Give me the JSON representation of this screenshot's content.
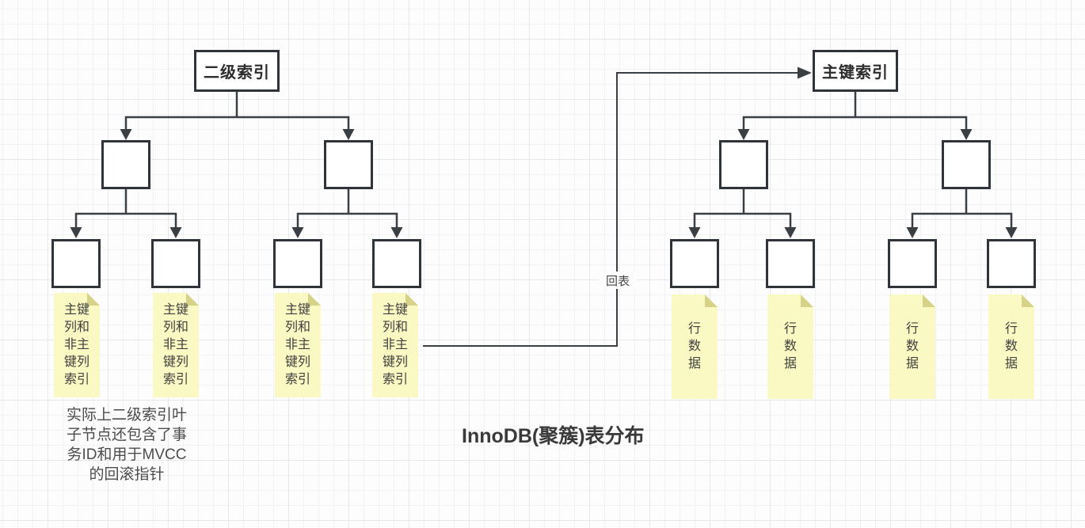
{
  "diagram": {
    "title": "InnoDB(聚簇)表分布",
    "back_link_label": "回表",
    "caption": "实际上二级索引叶\n子节点还包含了事\n务ID和用于MVCC\n的回滚指针",
    "secondary_index_tree": {
      "root_label": "二级索引",
      "internal_nodes": 2,
      "leaf_nodes": 4,
      "leaf_note_wrapped": "主键\n列和\n非主\n键列\n索引",
      "leaf_note_full": "主键列和非主键列索引"
    },
    "primary_index_tree": {
      "root_label": "主键索引",
      "internal_nodes": 2,
      "leaf_nodes": 4,
      "leaf_note_wrapped": "行\n数\n据",
      "leaf_note_full": "行数据"
    },
    "colors": {
      "node_border": "#2f343a",
      "connector": "#3a3f44",
      "sticky_fill": "#fbf9c3",
      "sticky_fold": "#d6d288",
      "background": "#fdfdfd",
      "grid_minor": "#f2f2f4",
      "grid_major": "#e7e7ea",
      "text": "#3f3f3f"
    }
  }
}
